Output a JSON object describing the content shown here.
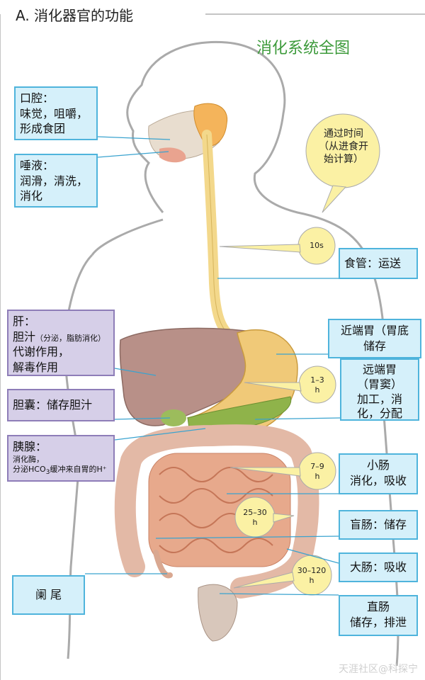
{
  "header": {
    "section": "A. 消化器官的功能",
    "diagram_title": "消化系统全图"
  },
  "time_note": {
    "line1": "通过时间",
    "line2": "（从进食开",
    "line3": "始计算）"
  },
  "bubbles": {
    "b1": "10s",
    "b2_top": "1–3",
    "b2_bot": "h",
    "b3_top": "7–9",
    "b3_bot": "h",
    "b4_top": "25–30",
    "b4_bot": "h",
    "b5_top": "30–120",
    "b5_bot": "h"
  },
  "labels": {
    "mouth": {
      "title": "口腔：",
      "l2": "味觉，咀嚼，",
      "l3": "形成食团"
    },
    "saliva": {
      "title": "唾液：",
      "l2": "润滑，清洗，",
      "l3": "消化"
    },
    "liver": {
      "title": "肝：",
      "l2a": "胆汁",
      "l2b": "（分泌，脂肪消化）",
      "l3": "代谢作用，",
      "l4": "解毒作用"
    },
    "gallbladder": {
      "text": "胆囊：储存胆汁"
    },
    "pancreas": {
      "title": "胰腺：",
      "l2": "消化酶，",
      "l3a": "分泌HCO",
      "l3sub": "3",
      "l3b": "缓冲来自胃的H⁺"
    },
    "appendix": {
      "text": "阑 尾"
    },
    "esophagus": {
      "text": "食管：运送"
    },
    "proximal_stomach": {
      "l1": "近端胃（胃底",
      "l2": "储存"
    },
    "distal_stomach": {
      "l1": "远端胃",
      "l2": "（胃窦）",
      "l3": "加工，消",
      "l4": "化，分配"
    },
    "small_intestine": {
      "l1": "小肠",
      "l2": "消化，吸收"
    },
    "cecum": {
      "text": "盲肠：储存"
    },
    "large_intestine": {
      "text": "大肠：吸收"
    },
    "rectum": {
      "l1": "直肠",
      "l2": "储存，排泄"
    }
  },
  "watermark": "天涯社区@科探宁",
  "colors": {
    "blue_fill": "#d5f0fa",
    "blue_border": "#4fb4dc",
    "purple_fill": "#d6cfe8",
    "purple_border": "#8e7db8",
    "bubble": "#fbf1a4",
    "green": "#3c9a3a"
  }
}
